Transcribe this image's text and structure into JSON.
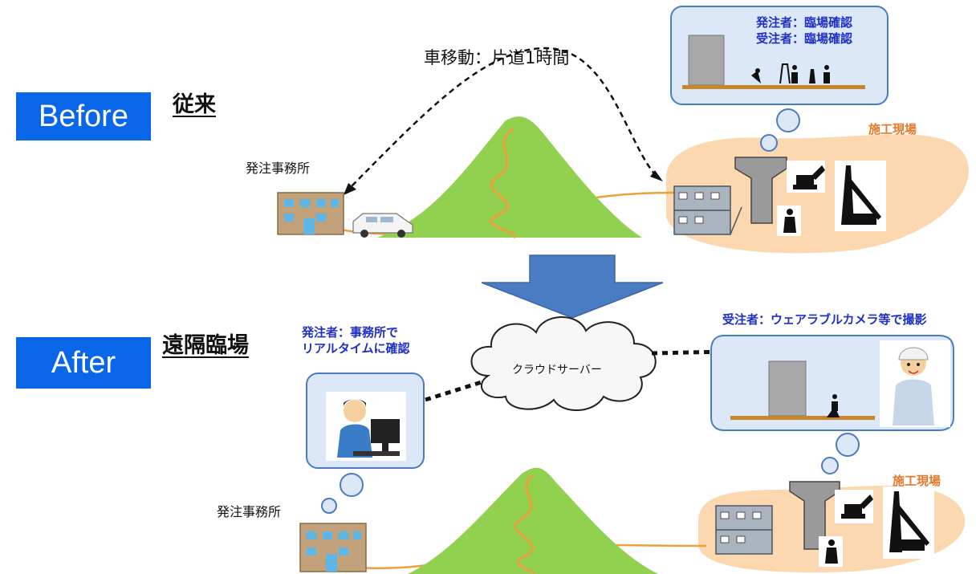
{
  "before": {
    "tag": "Before",
    "heading": "従来",
    "route_label": "車移動：片道1時間",
    "office_label": "発注事務所",
    "site_label": "施工現場",
    "bubble_lines": [
      "発注者：臨場確認",
      "受注者：臨場確認"
    ]
  },
  "after": {
    "tag": "After",
    "heading": "遠隔臨場",
    "client_note": [
      "発注者：事務所で",
      "リアルタイムに確認"
    ],
    "contractor_note": "受注者：ウェアラブルカメラ等で撮影",
    "cloud_label": "クラウドサーバー",
    "office_label": "発注事務所",
    "site_label": "施工現場"
  },
  "colors": {
    "tag_blue": "#0a66e8",
    "arrow_blue": "#4a7cc4",
    "mountain_green": "#92d050",
    "site_orange": "#fbd8b0",
    "road_orange": "#e9a33a",
    "bubble_fill": "#dce8f8",
    "bubble_stroke": "#4a7cc4",
    "note_blue": "#1e2fc8",
    "note_orange": "#e9772a"
  },
  "icons": [
    "office-building-icon",
    "car-icon",
    "mountain-icon",
    "site-cabin-icon",
    "bridge-pier-icon",
    "excavator-icon",
    "crane-icon",
    "worker-icon",
    "surveyor-icon",
    "operator-at-computer-icon",
    "helmet-worker-icon",
    "cloud-icon",
    "down-arrow-icon"
  ]
}
